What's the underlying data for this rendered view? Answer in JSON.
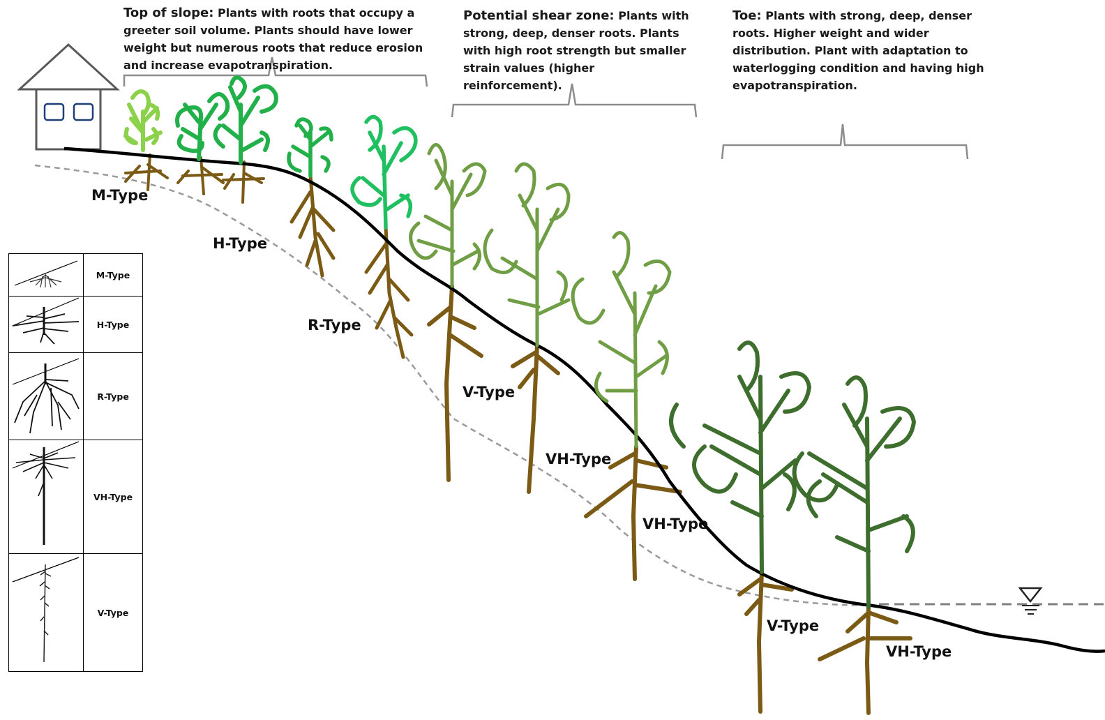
{
  "zones": {
    "top": {
      "title": "Top of slope:",
      "text": "Plants with roots that occupy a greeter soil volume. Plants should have lower weight but numerous roots that reduce erosion and increase evapotranspiration."
    },
    "shear": {
      "title": "Potential shear zone:",
      "text": "Plants with strong, deep, denser roots. Plants with high root strength but smaller strain values (higher reinforcement)."
    },
    "toe": {
      "title": "Toe:",
      "text": "Plants with strong, deep, denser roots. Higher weight and wider distribution. Plant with adaptation to waterlogging condition and having high evapotranspiration."
    }
  },
  "plant_labels": {
    "m": "M-Type",
    "h": "H-Type",
    "r": "R-Type",
    "v1": "V-Type",
    "vh1": "VH-Type",
    "vh2": "VH-Type",
    "v2": "V-Type",
    "vh3": "VH-Type"
  },
  "legend": [
    "M-Type",
    "H-Type",
    "R-Type",
    "VH-Type",
    "V-Type"
  ],
  "colors": {
    "slope": "#000000",
    "root": "#7a5a14",
    "bracket": "#8c8c8c",
    "dashed_line": "#9a9a9a",
    "water_line": "#808080",
    "light_green": "#8bd24a",
    "bright_green": "#22b04a",
    "mid_green": "#20c060",
    "olive_green": "#6f9e45",
    "dark_green": "#3d6e2d",
    "house": "#595959",
    "window": "#1f3f78"
  },
  "icons": [
    "house-icon",
    "water-table-icon",
    "plant-icon",
    "root-icon"
  ]
}
